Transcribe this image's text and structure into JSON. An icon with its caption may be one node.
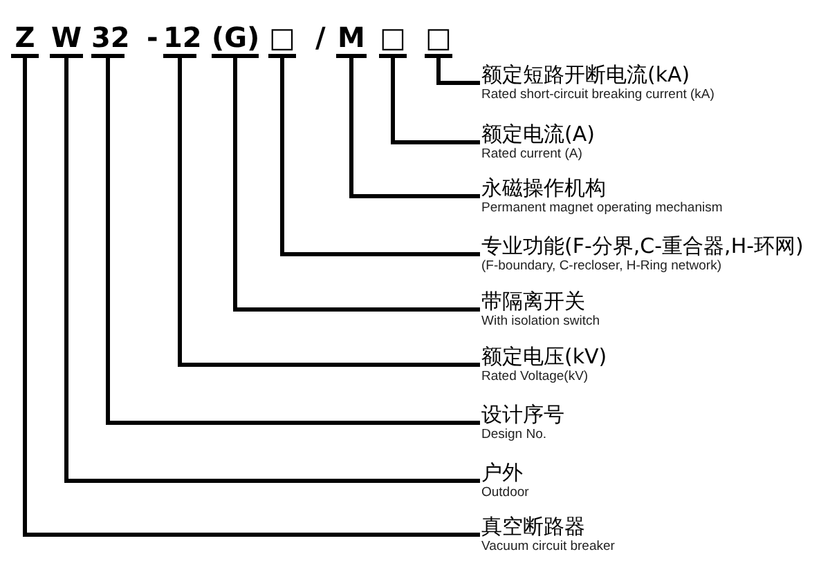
{
  "diagram": {
    "nodes": [
      {
        "text": [
          "Z"
        ]
      },
      {
        "text": [
          "W"
        ]
      },
      {
        "text": [
          "32"
        ]
      },
      {
        "text": [
          "12"
        ]
      },
      {
        "text": [
          "(G)"
        ]
      },
      {
        "text": [
          "□"
        ]
      },
      {
        "text": [
          "M"
        ]
      },
      {
        "text": [
          "□"
        ]
      },
      {
        "text": [
          "□"
        ]
      },
      {
        "text": [
          "额定短路开断电流(kA)",
          "Rated short-circuit breaking current (kA)"
        ]
      },
      {
        "text": [
          "额定电流(A)",
          "Rated current (A)"
        ]
      },
      {
        "text": [
          "永磁操作机构",
          "Permanent magnet operating mechanism"
        ]
      },
      {
        "text": [
          "专业功能(F-分界,C-重合器,H-环网)",
          "(F-boundary, C-recloser, H-Ring network)"
        ]
      },
      {
        "text": [
          "带隔离开关",
          "With isolation switch"
        ]
      },
      {
        "text": [
          "额定电压(kV)",
          "Rated Voltage(kV)"
        ]
      },
      {
        "text": [
          "设计序号",
          "Design No."
        ]
      },
      {
        "text": [
          "户外",
          "Outdoor"
        ]
      },
      {
        "text": [
          "真空断路器",
          "Vacuum circuit breaker"
        ]
      }
    ],
    "edges": [
      {
        "from": 8,
        "to": 9,
        "arrow": "none"
      },
      {
        "from": 7,
        "to": 10,
        "arrow": "none"
      },
      {
        "from": 6,
        "to": 11,
        "arrow": "none"
      },
      {
        "from": 5,
        "to": 12,
        "arrow": "none"
      },
      {
        "from": 4,
        "to": 13,
        "arrow": "none"
      },
      {
        "from": 3,
        "to": 14,
        "arrow": "none"
      },
      {
        "from": 2,
        "to": 15,
        "arrow": "none"
      },
      {
        "from": 1,
        "to": 16,
        "arrow": "none"
      },
      {
        "from": 0,
        "to": 17,
        "arrow": "none"
      }
    ],
    "labels": [
      "-",
      "/"
    ]
  }
}
